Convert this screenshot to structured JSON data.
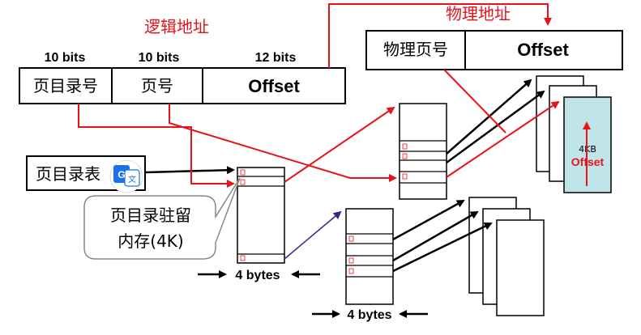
{
  "logical_address": {
    "title": "逻辑地址",
    "bits": [
      "10 bits",
      "10 bits",
      "12 bits"
    ],
    "fields": [
      "页目录号",
      "页号",
      "Offset"
    ]
  },
  "physical_address": {
    "title": "物理地址",
    "fields": [
      "物理页号",
      "Offset"
    ]
  },
  "page_dir_base": {
    "label": "页目录表"
  },
  "callout": {
    "line1": "页目录驻留",
    "line2": "内存(4K)"
  },
  "sizes": {
    "dir_entry": "4 bytes",
    "table_entry": "4 bytes"
  },
  "page": {
    "size": "4KB",
    "offset": "Offset"
  },
  "colors": {
    "red": "#e8121a",
    "navy": "#2b2b8f",
    "page_fill": "#bfe4ea",
    "translate_blue": "#1a73e8"
  },
  "icons": [
    "translate-icon",
    "arrow-right-icon",
    "arrow-left-icon"
  ]
}
